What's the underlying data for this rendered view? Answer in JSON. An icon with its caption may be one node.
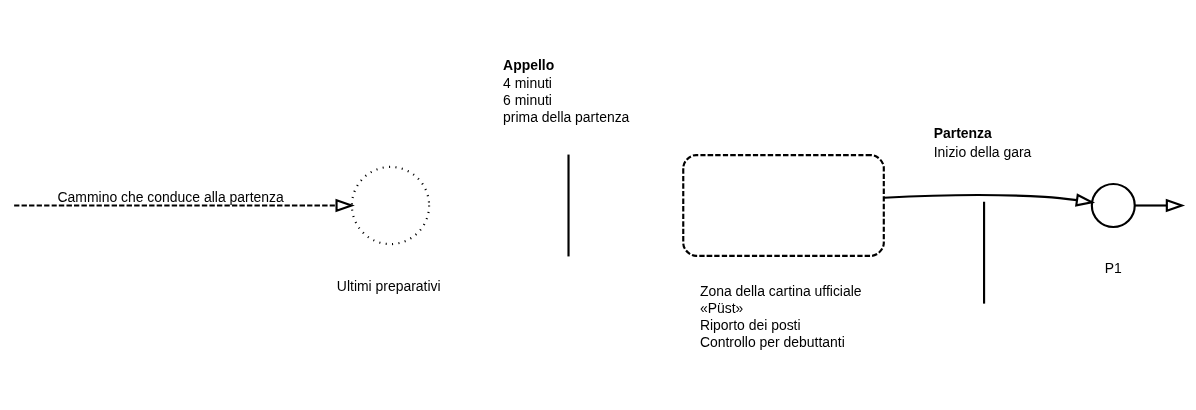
{
  "diagram": {
    "nodes": [
      {
        "text": [],
        "shape": "circle",
        "beside": [
          "Ultimi preparativi"
        ]
      },
      {
        "text": [],
        "shape": "box",
        "beside": [
          "Zona della cartina ufficiale",
          "«Püst»",
          "Riporto dei posti",
          "Controllo per debuttanti"
        ]
      },
      {
        "text": [],
        "shape": "circle",
        "beside": [
          "P1"
        ]
      }
    ],
    "edges": [
      {
        "from": null,
        "to": 0,
        "arrow": "to",
        "style": "dashed",
        "label": "Cammino che conduce alla partenza"
      },
      {
        "from": 1,
        "to": 2,
        "arrow": "to"
      },
      {
        "from": 2,
        "to": null,
        "arrow": "to"
      }
    ],
    "labels": [
      "Appello",
      "4 minuti",
      "6 minuti",
      "prima della partenza",
      "Partenza",
      "Inizio della gara"
    ]
  }
}
